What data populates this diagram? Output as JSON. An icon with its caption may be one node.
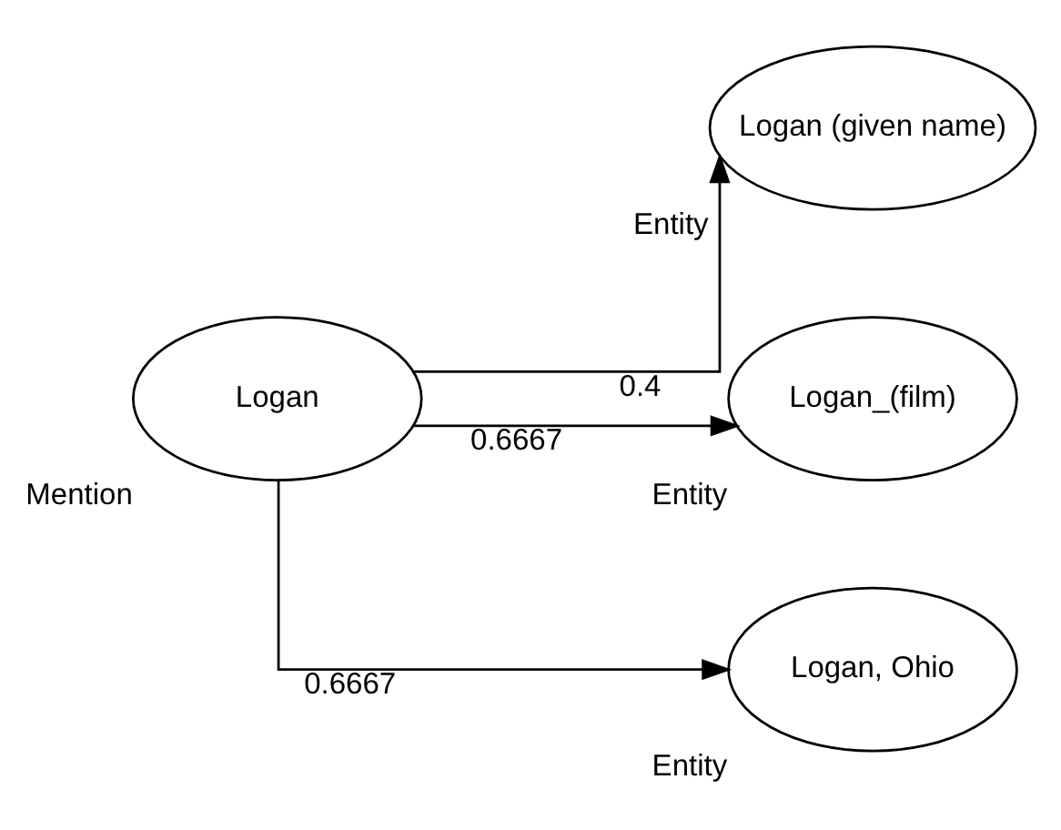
{
  "diagram": {
    "nodes": [
      {
        "text": [
          "Logan"
        ],
        "beside": [
          "Mention"
        ]
      },
      {
        "text": [
          "Logan (given name)"
        ],
        "beside": [
          "Entity"
        ]
      },
      {
        "text": [
          "Logan_(film)"
        ],
        "beside": [
          "Entity"
        ]
      },
      {
        "text": [
          "Logan, Ohio"
        ],
        "beside": [
          "Entity"
        ]
      }
    ],
    "edges": [
      {
        "from": 0,
        "to": 1,
        "arrow": "to",
        "label": "0.4"
      },
      {
        "from": 0,
        "to": 2,
        "arrow": "to",
        "label": "0.6667"
      },
      {
        "from": 0,
        "to": 3,
        "arrow": "to",
        "label": "0.6667"
      }
    ]
  }
}
